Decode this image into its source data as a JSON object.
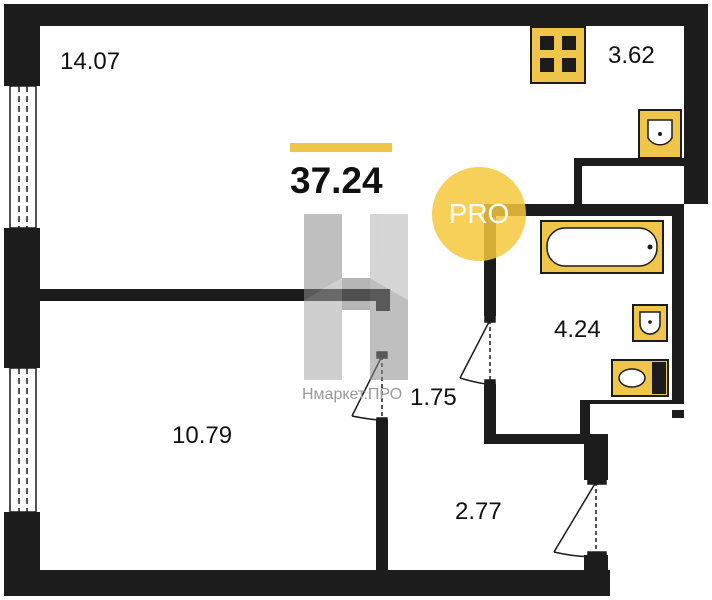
{
  "total_area": "37.24",
  "rooms": {
    "living_room": "14.07",
    "bedroom": "10.79",
    "kitchen": "3.62",
    "bathroom": "4.24",
    "corridor": "1.75",
    "hall": "2.77"
  },
  "watermark": {
    "badge": "PRO",
    "text": "Нмаркет.ПРО"
  },
  "colors": {
    "wall": "#1c1c1c",
    "fixture_fill": "#f0c64a",
    "accent": "#f0c64a",
    "badge": "#f5c83c"
  },
  "icons": [
    "stove-icon",
    "sink-icon",
    "bathtub-icon",
    "toilet-icon",
    "door-icon",
    "window-icon",
    "watermark-logo-icon"
  ]
}
